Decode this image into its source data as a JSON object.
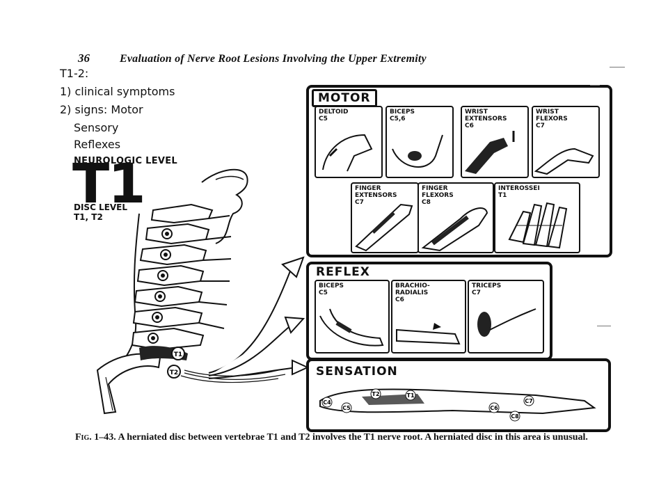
{
  "page_number": "36",
  "running_head": "Evaluation of Nerve Root Lesions Involving the Upper Extremity",
  "notes": {
    "heading": "T1-2:",
    "line1": "1)  clinical symptoms",
    "line2": "2)  signs:  Motor",
    "line3": "Sensory",
    "line4": "Reflexes"
  },
  "neuro": {
    "label": "NEUROLOGIC LEVEL",
    "level": "T1",
    "disc_label": "DISC LEVEL",
    "disc_value": "T1, T2"
  },
  "spine_labels": {
    "t1": "T1",
    "t2": "T2"
  },
  "motor": {
    "title": "MOTOR",
    "cells": [
      {
        "name": "DELTOID",
        "level": "C5"
      },
      {
        "name": "BICEPS",
        "level": "C5,6"
      },
      {
        "name": "WRIST\nEXTENSORS",
        "level": "C6"
      },
      {
        "name": "WRIST\nFLEXORS",
        "level": "C7"
      },
      {
        "name": "FINGER\nEXTENSORS",
        "level": "C7"
      },
      {
        "name": "FINGER\nFLEXORS",
        "level": "C8"
      },
      {
        "name": "INTEROSSEI",
        "level": "T1"
      }
    ]
  },
  "reflex": {
    "title": "REFLEX",
    "cells": [
      {
        "name": "BICEPS",
        "level": "C5"
      },
      {
        "name": "BRACHIO-\nRADIALIS",
        "level": "C6"
      },
      {
        "name": "TRICEPS",
        "level": "C7"
      }
    ]
  },
  "sensation": {
    "title": "SENSATION",
    "dermatomes": [
      "C4",
      "C5",
      "T2",
      "T1",
      "C6",
      "C7",
      "C8"
    ]
  },
  "caption": {
    "fig": "Fig. 1–43.",
    "text": "A herniated disc between vertebrae T1 and T2 involves the T1 nerve root. A herniated disc in this area is unusual."
  }
}
